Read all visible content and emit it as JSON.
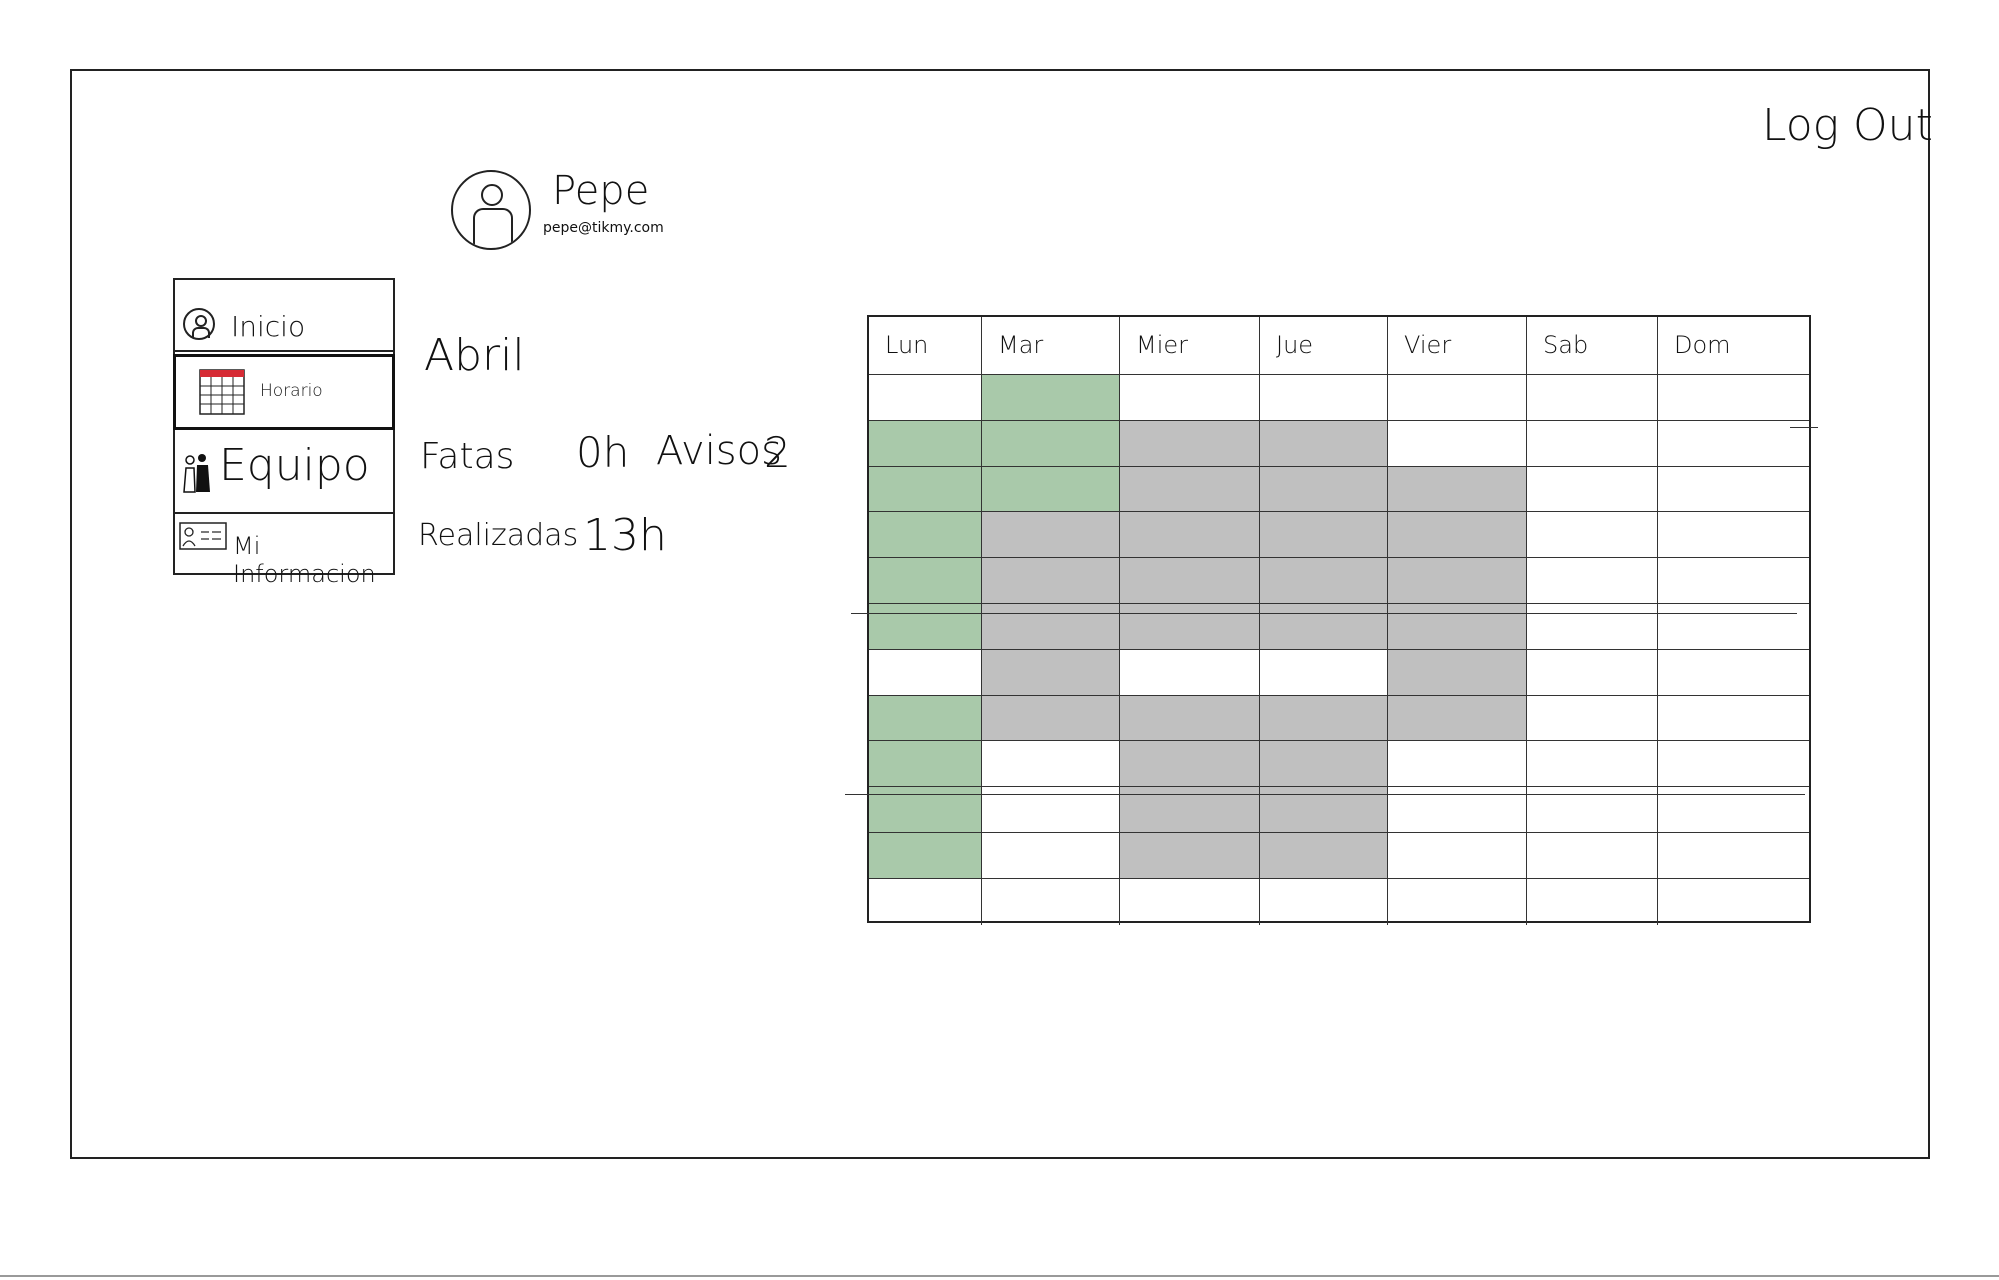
{
  "header": {
    "logout_label": "Log Out"
  },
  "user": {
    "name": "Pepe",
    "email": "pepe@tikmy.com"
  },
  "sidebar": {
    "items": [
      {
        "label": "Inicio",
        "icon": "user-circle-icon",
        "active": false
      },
      {
        "label": "Horario",
        "icon": "calendar-table-icon",
        "active": true
      },
      {
        "label": "Equipo",
        "icon": "team-icon",
        "active": false
      },
      {
        "label": "Mi Informacion",
        "icon": "id-card-icon",
        "active": false
      }
    ]
  },
  "summary": {
    "month": "Abril",
    "faltas_label": "Fatas",
    "faltas_value": "0h",
    "avisos_label": "Avisos",
    "avisos_value": "2",
    "realizadas_label": "Realizadas",
    "realizadas_value": "13h"
  },
  "schedule": {
    "days": [
      "Lun",
      "Mar",
      "Mier",
      "Jue",
      "Vier",
      "Sab",
      "Dom"
    ],
    "rows": [
      [
        "",
        "green",
        "",
        "",
        "",
        "",
        ""
      ],
      [
        "green",
        "green",
        "gray",
        "gray",
        "",
        "",
        ""
      ],
      [
        "green",
        "green",
        "gray",
        "gray",
        "gray",
        "",
        ""
      ],
      [
        "green",
        "gray",
        "gray",
        "gray",
        "gray",
        "",
        ""
      ],
      [
        "green",
        "gray",
        "gray",
        "gray",
        "gray",
        "",
        ""
      ],
      [
        "green",
        "gray",
        "gray",
        "gray",
        "gray",
        "",
        ""
      ],
      [
        "",
        "gray",
        "",
        "",
        "gray",
        "",
        ""
      ],
      [
        "green",
        "gray",
        "gray",
        "gray",
        "gray",
        "",
        ""
      ],
      [
        "green",
        "",
        "gray",
        "gray",
        "",
        "",
        ""
      ],
      [
        "green",
        "",
        "gray",
        "gray",
        "",
        "",
        ""
      ],
      [
        "green",
        "",
        "gray",
        "gray",
        "",
        "",
        ""
      ],
      [
        "",
        "",
        "",
        "",
        "",
        "",
        ""
      ]
    ]
  },
  "colors": {
    "worked": "#a9c9aa",
    "scheduled": "#c0c0c0",
    "active_nav_icon": "#d62b35"
  }
}
